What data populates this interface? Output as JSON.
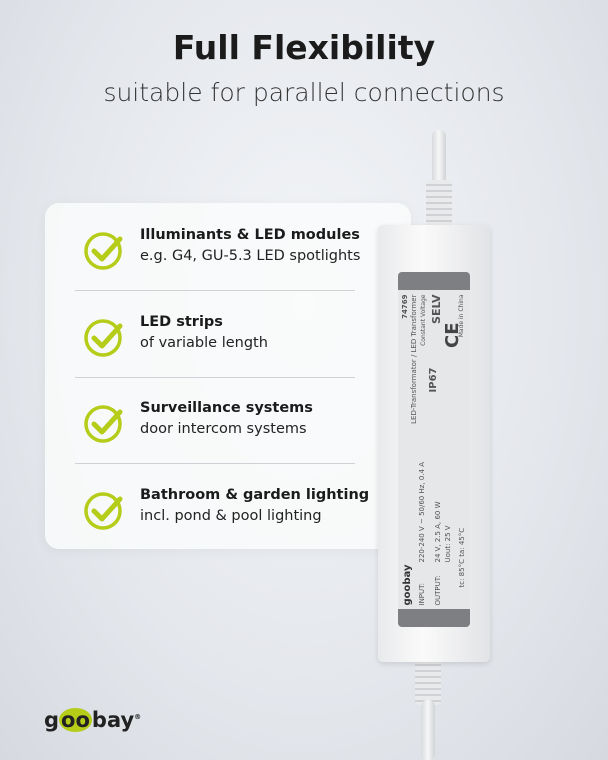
{
  "header": {
    "title": "Full Flexibility",
    "subtitle": "suitable for parallel connections"
  },
  "features": [
    {
      "title": "Illuminants & LED modules",
      "desc": "e.g. G4, GU-5.3 LED spotlights"
    },
    {
      "title": "LED strips",
      "desc": "of variable length"
    },
    {
      "title": "Surveillance systems",
      "desc": "door intercom systems"
    },
    {
      "title": "Bathroom & garden lighting",
      "desc": "incl. pond & pool lighting"
    }
  ],
  "colors": {
    "accent": "#b5cc18"
  },
  "device_label": {
    "brand": "goobay",
    "model": "74769",
    "product": "LED-Transformator / LED Transformer",
    "mode": "Constant Voltage",
    "ip": "IP67",
    "selv": "SELV",
    "input_label": "INPUT:",
    "input": "220-240 V ~ 50/60 Hz, 0.4 A",
    "output_label": "OUTPUT:",
    "output": "24 V, 2.5 A, 60 W",
    "uout": "Uout: 25 V",
    "temps": "tc: 85°C   ta: 45°C",
    "made": "Made in China"
  },
  "footer": {
    "logo": "goobay"
  }
}
